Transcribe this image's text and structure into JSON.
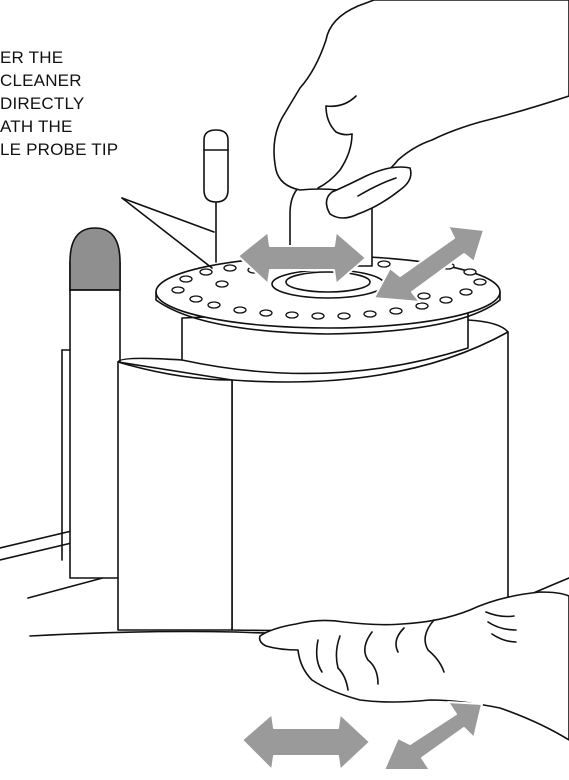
{
  "callout": {
    "lines": [
      "ER THE",
      "CLEANER",
      "DIRECTLY",
      "ATH THE",
      "LE PROBE TIP"
    ]
  },
  "colors": {
    "arrow_fill": "#9a9a9a",
    "probe_cap": "#8f8f8f",
    "line": "#111111",
    "background": "#ffffff"
  },
  "icons": {
    "hand_top": "hand-icon",
    "hand_bottom": "hand-icon",
    "arrows": "double-arrow-icon"
  }
}
